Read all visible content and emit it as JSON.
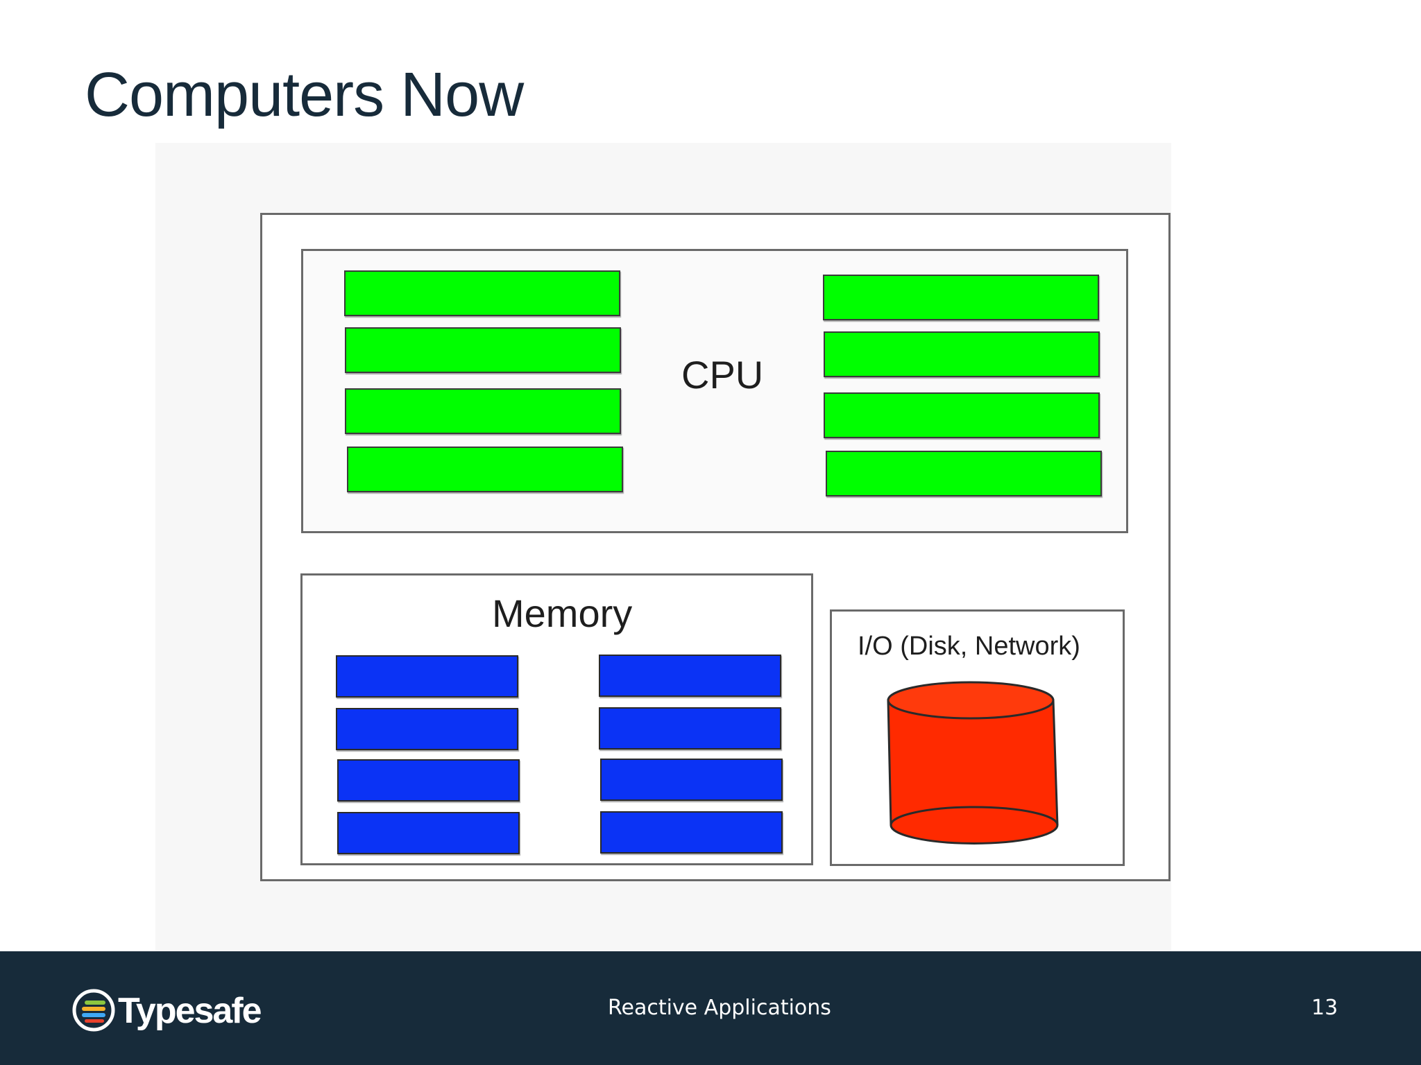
{
  "slide": {
    "title": "Computers Now",
    "footer_text": "Reactive Applications",
    "page_number": "13",
    "logo_text": "Typesafe"
  },
  "diagram": {
    "cpu_label": "CPU",
    "memory_label": "Memory",
    "io_label": "I/O (Disk, Network)",
    "colors": {
      "cpu_core": "#00ff00",
      "memory_bank": "#0b33f5",
      "disk": "#ff2a00",
      "footer": "#172b3a",
      "title": "#172b3a"
    },
    "cpu_core_count": 8,
    "memory_bank_count": 8,
    "icons": [
      "disk-cylinder-icon",
      "typesafe-logo-icon"
    ]
  }
}
